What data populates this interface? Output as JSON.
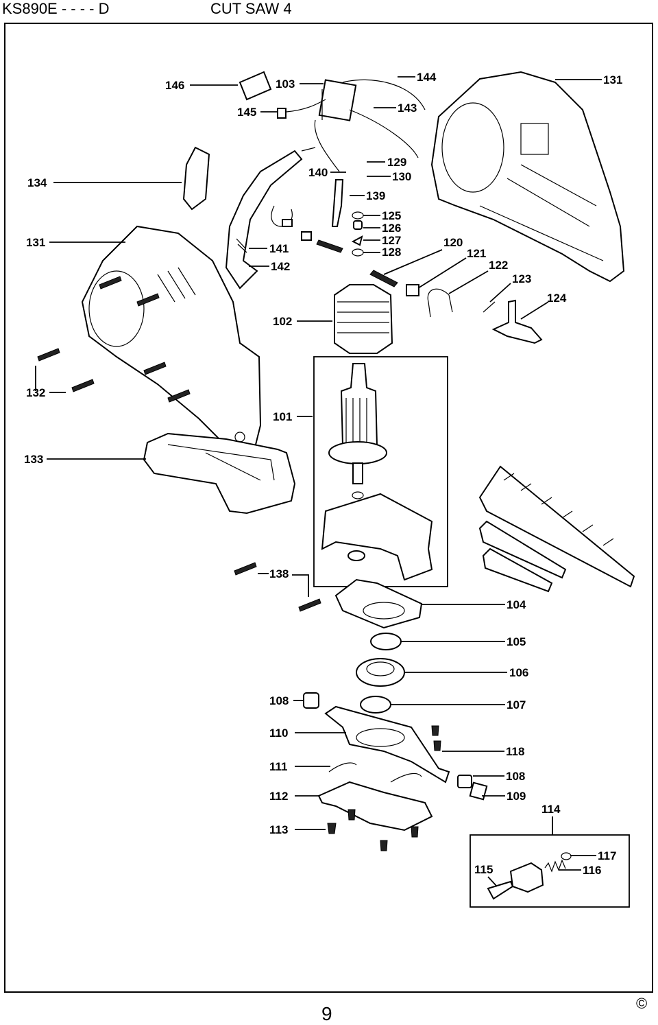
{
  "header": {
    "model": "KS890E - - - - D",
    "title": "CUT SAW 4"
  },
  "footer": {
    "copyright": "©",
    "page_number": "9"
  },
  "callouts": [
    {
      "id": "146",
      "label": "146"
    },
    {
      "id": "103",
      "label": "103"
    },
    {
      "id": "144",
      "label": "144"
    },
    {
      "id": "131a",
      "label": "131"
    },
    {
      "id": "145",
      "label": "145"
    },
    {
      "id": "143",
      "label": "143"
    },
    {
      "id": "129",
      "label": "129"
    },
    {
      "id": "134",
      "label": "134"
    },
    {
      "id": "140",
      "label": "140"
    },
    {
      "id": "130",
      "label": "130"
    },
    {
      "id": "139",
      "label": "139"
    },
    {
      "id": "125",
      "label": "125"
    },
    {
      "id": "126",
      "label": "126"
    },
    {
      "id": "131b",
      "label": "131"
    },
    {
      "id": "141",
      "label": "141"
    },
    {
      "id": "127",
      "label": "127"
    },
    {
      "id": "128",
      "label": "128"
    },
    {
      "id": "120",
      "label": "120"
    },
    {
      "id": "121",
      "label": "121"
    },
    {
      "id": "142",
      "label": "142"
    },
    {
      "id": "122",
      "label": "122"
    },
    {
      "id": "123",
      "label": "123"
    },
    {
      "id": "124",
      "label": "124"
    },
    {
      "id": "102",
      "label": "102"
    },
    {
      "id": "132",
      "label": "132"
    },
    {
      "id": "101",
      "label": "101"
    },
    {
      "id": "133",
      "label": "133"
    },
    {
      "id": "138",
      "label": "138"
    },
    {
      "id": "104",
      "label": "104"
    },
    {
      "id": "105",
      "label": "105"
    },
    {
      "id": "106",
      "label": "106"
    },
    {
      "id": "108a",
      "label": "108"
    },
    {
      "id": "107",
      "label": "107"
    },
    {
      "id": "110",
      "label": "110"
    },
    {
      "id": "118",
      "label": "118"
    },
    {
      "id": "111",
      "label": "111"
    },
    {
      "id": "108b",
      "label": "108"
    },
    {
      "id": "112",
      "label": "112"
    },
    {
      "id": "109",
      "label": "109"
    },
    {
      "id": "114",
      "label": "114"
    },
    {
      "id": "113",
      "label": "113"
    },
    {
      "id": "117",
      "label": "117"
    },
    {
      "id": "115",
      "label": "115"
    },
    {
      "id": "116",
      "label": "116"
    }
  ]
}
